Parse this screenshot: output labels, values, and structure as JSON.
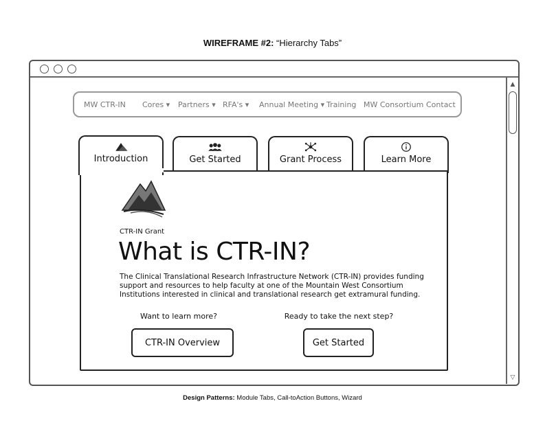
{
  "heading": {
    "title_bold": "WIREFRAME #2:",
    "title_rest": " “Hierarchy Tabs”"
  },
  "nav": {
    "items": [
      {
        "label": "MW CTR-IN"
      },
      {
        "label": "Cores ▾"
      },
      {
        "label": "Partners ▾"
      },
      {
        "label": "RFA's ▾"
      },
      {
        "label": "Annual Meeting ▾"
      },
      {
        "label": "Training"
      },
      {
        "label": "MW Consortium"
      },
      {
        "label": "Contact"
      }
    ]
  },
  "tabs": [
    {
      "label": "Introduction",
      "icon": "mountain-icon",
      "active": true
    },
    {
      "label": "Get Started",
      "icon": "people-icon",
      "active": false
    },
    {
      "label": "Grant Process",
      "icon": "network-icon",
      "active": false
    },
    {
      "label": "Learn More",
      "icon": "info-icon",
      "active": false
    }
  ],
  "content": {
    "eyebrow": "CTR-IN Grant",
    "headline": "What is CTR-IN?",
    "description": "The Clinical Translational Research Infrastructure Network (CTR-IN) provides funding support and resources to help faculty at one of the Mountain West Consortium Institutions interested in clinical and translational research get extramural funding.",
    "cta_left": {
      "prompt": "Want to learn more?",
      "button": "CTR-IN Overview"
    },
    "cta_right": {
      "prompt": "Ready to take the next step?",
      "button": "Get Started"
    }
  },
  "footer": {
    "label_bold": "Design Patterns:",
    "label_rest": " Module Tabs, Call-toAction Buttons, Wizard"
  },
  "colors": {
    "stroke": "#222222",
    "muted": "#777777",
    "background": "#ffffff"
  }
}
